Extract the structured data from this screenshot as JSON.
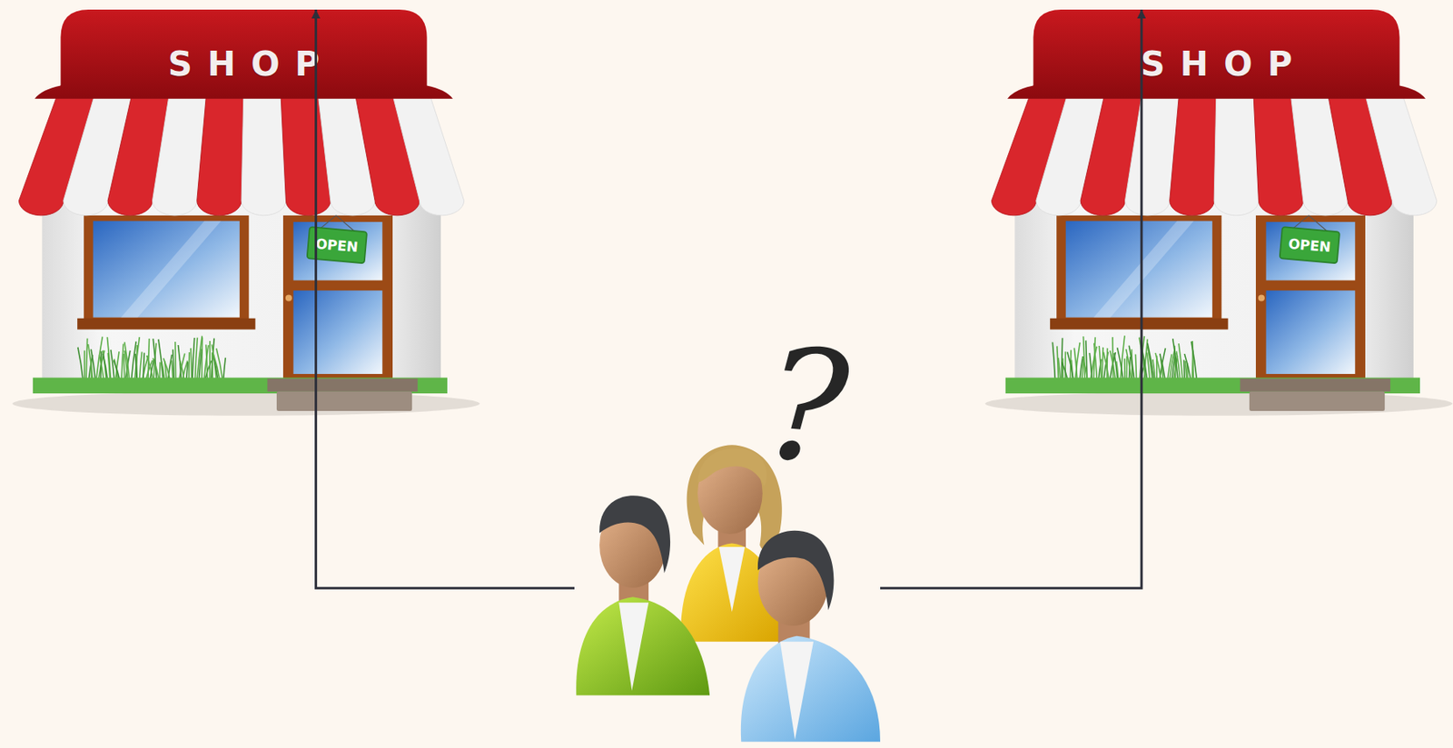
{
  "diagram": {
    "nodes": [
      {
        "text": [
          "SHOP",
          "OPEN"
        ]
      },
      {
        "text": [
          "SHOP",
          "OPEN"
        ]
      },
      {
        "text": [
          "?"
        ]
      }
    ],
    "edges": [
      {
        "from": 2,
        "to": 0,
        "arrow": "to"
      },
      {
        "from": 2,
        "to": 1,
        "arrow": "to"
      }
    ]
  }
}
